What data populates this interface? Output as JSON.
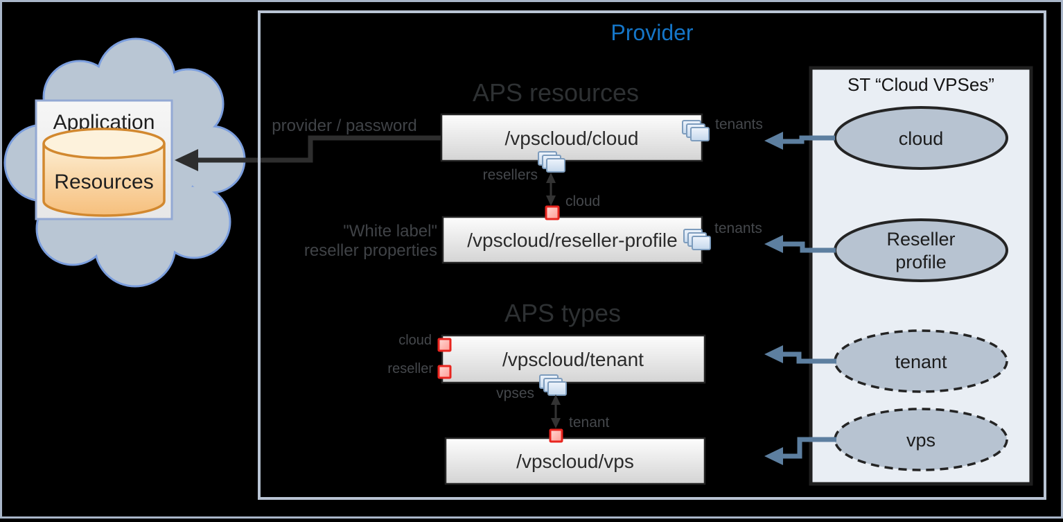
{
  "provider": {
    "title": "Provider",
    "aps_resources_heading": "APS resources",
    "aps_types_heading": "APS types",
    "provider_password_label": "provider / password",
    "white_label_line1": "\"White label\"",
    "white_label_line2": "reseller properties"
  },
  "application_cloud": {
    "application_label": "Application",
    "resources_label": "Resources"
  },
  "boxes": {
    "cloud": "/vpscloud/cloud",
    "reseller_profile": "/vpscloud/reseller-profile",
    "tenant": "/vpscloud/tenant",
    "vps": "/vpscloud/vps"
  },
  "link_labels": {
    "tenants_on_cloud": "tenants",
    "resellers": "resellers",
    "cloud_handle": "cloud",
    "tenants_on_reseller_profile": "tenants",
    "cloud_type": "cloud",
    "reseller_type": "reseller",
    "vpses": "vpses",
    "tenant_handle": "tenant"
  },
  "st_panel": {
    "title": "ST “Cloud VPSes”",
    "ellipses": [
      {
        "label": "cloud",
        "dashed": false
      },
      {
        "label": "Reseller",
        "label2": "profile",
        "dashed": false
      },
      {
        "label": "tenant",
        "dashed": true
      },
      {
        "label": "vps",
        "dashed": true
      }
    ]
  },
  "colors": {
    "background": "#000000",
    "outer_border": "#a9b6c9",
    "provider_frame": "#b9c4d4",
    "provider_title_blue": "#1576c8",
    "panel_background": "#e9eef4",
    "ellipse_fill": "#b7c3d1",
    "cloud_fill": "#b9c6d4",
    "cloud_outline": "#7b9ede",
    "cylinder_fill": "#f8c788",
    "cylinder_outline": "#d2882f",
    "red_marker": "#e8251f",
    "blue_arrow": "#5d7fa0",
    "dark_connector": "#2e2e2e"
  }
}
